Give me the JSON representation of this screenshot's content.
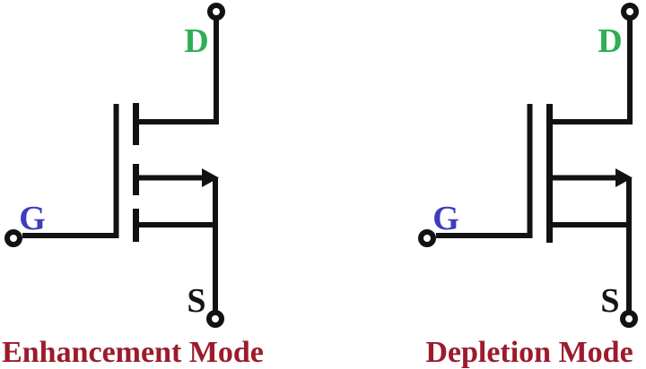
{
  "page": {
    "background": "#ffffff"
  },
  "colors": {
    "line": "#121212",
    "drain_label": "#2fae55",
    "gate_label": "#3d3dbe",
    "source_label": "#141414",
    "title": "#9c1b2c"
  },
  "symbols": [
    {
      "id": "enhancement-mosfet",
      "channel_style": "dashed",
      "drain_label": "D",
      "gate_label": "G",
      "source_label": "S",
      "title": "Enhancement Mode"
    },
    {
      "id": "depletion-mosfet",
      "channel_style": "solid",
      "drain_label": "D",
      "gate_label": "G",
      "source_label": "S",
      "title": "Depletion Mode"
    }
  ]
}
